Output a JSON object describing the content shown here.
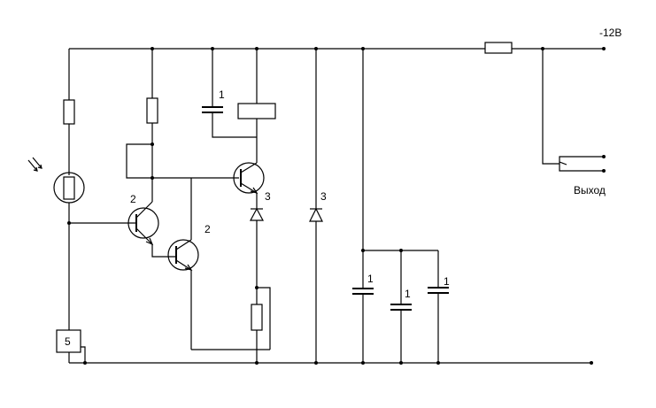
{
  "labels": {
    "supply": "-12В",
    "output": "Выход",
    "cap_relay": "1",
    "q_left": "2",
    "q_mid": "2",
    "q_right": "3",
    "diode_right": "3",
    "cap_a": "1",
    "cap_b": "1",
    "cap_c": "1",
    "box5": "5"
  }
}
